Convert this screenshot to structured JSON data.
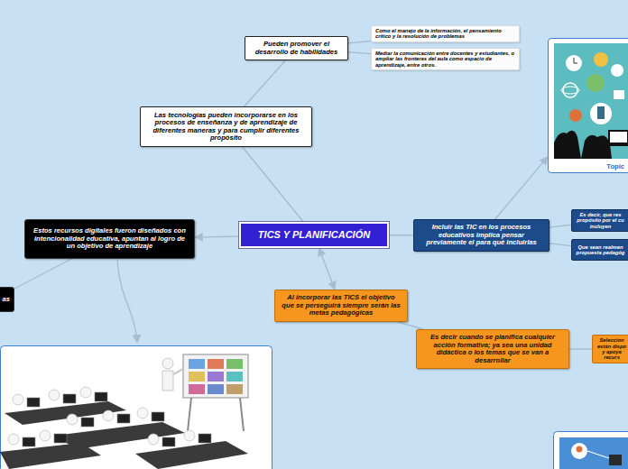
{
  "diagram": {
    "nodes": [
      {
        "text": [
          "TICS Y PLANIFICACIÓN"
        ]
      },
      {
        "text": [
          "Las tecnologías pueden incorporarse en los procesos de enseñanza y de aprendizaje de diferentes maneras y para cumplir diferentes propósito"
        ]
      },
      {
        "text": [
          "Pueden promover el desarrollo de habilidades"
        ]
      },
      {
        "text": [
          "Como el manejo de la información, el pensamiento crítico y la resolución de problemas"
        ]
      },
      {
        "text": [
          "Mediar la comunicación entre docentes y estudiantes, o ampliar las fronteras del aula como espacio de aprendizaje, entre otros."
        ]
      },
      {
        "text": [
          "Estos recursos digitales fueron diseñados con intencionalidad educativa, apuntan al logro de un objetivo de aprendizaje"
        ]
      },
      {
        "text": [
          "as"
        ]
      },
      {
        "text": [
          "Incluir las TIC en los procesos educativos implica pensar previamente el para qué incluirlas"
        ]
      },
      {
        "text": [
          "Topic"
        ]
      },
      {
        "text": [
          "Es decir, que res propósito por el cu incluyen"
        ]
      },
      {
        "text": [
          "Que sean realmen propuesta pedagóg"
        ]
      },
      {
        "text": [
          "Al incorporar las TICS el objetivo que se perseguirá siempre serán las metas pedagógicas"
        ]
      },
      {
        "text": [
          "Es decir cuando se planifica cualquier acción formativa; ya sea  una unidad didáctica o los temas que se van a desarrollar"
        ]
      },
      {
        "text": [
          "Seleccion están dispo y apoya recurs"
        ]
      }
    ],
    "edges": [
      {
        "from": 0,
        "to": 1,
        "arrow": "none"
      },
      {
        "from": 1,
        "to": 2,
        "arrow": "none"
      },
      {
        "from": 2,
        "to": 3,
        "arrow": "none"
      },
      {
        "from": 2,
        "to": 4,
        "arrow": "none"
      },
      {
        "from": 0,
        "to": 5,
        "arrow": "to"
      },
      {
        "from": 5,
        "to": 6,
        "arrow": "none"
      },
      {
        "from": 0,
        "to": 7,
        "arrow": "none"
      },
      {
        "from": 7,
        "to": 8,
        "arrow": "to"
      },
      {
        "from": 7,
        "to": 9,
        "arrow": "none"
      },
      {
        "from": 7,
        "to": 10,
        "arrow": "none"
      },
      {
        "from": 0,
        "to": 11,
        "arrow": "both"
      },
      {
        "from": 11,
        "to": 12,
        "arrow": "none"
      },
      {
        "from": 12,
        "to": 13,
        "arrow": "none"
      }
    ]
  }
}
